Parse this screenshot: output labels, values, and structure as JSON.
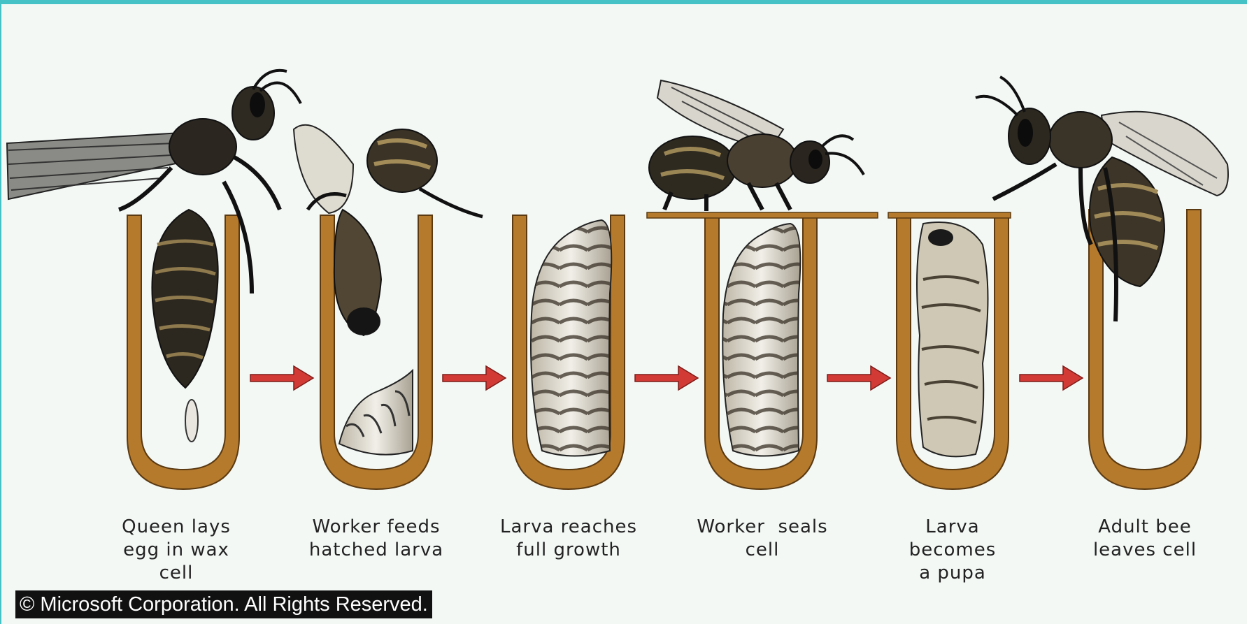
{
  "stages": [
    {
      "line1": "Queen lays",
      "line2": "egg in wax cell"
    },
    {
      "line1": "Worker feeds",
      "line2": "hatched larva"
    },
    {
      "line1": "Larva reaches",
      "line2": "full growth"
    },
    {
      "line1": "Worker  seals",
      "line2": "cell"
    },
    {
      "line1": "Larva becomes",
      "line2": "a pupa"
    },
    {
      "line1": "Adult bee",
      "line2": "leaves cell"
    }
  ],
  "copyright": "© Microsoft Corporation. All Rights Reserved.",
  "colors": {
    "cell_wax": "#b57a2c",
    "arrow": "#d23a35",
    "background": "#f3f8f5",
    "border": "#45c2c5"
  }
}
